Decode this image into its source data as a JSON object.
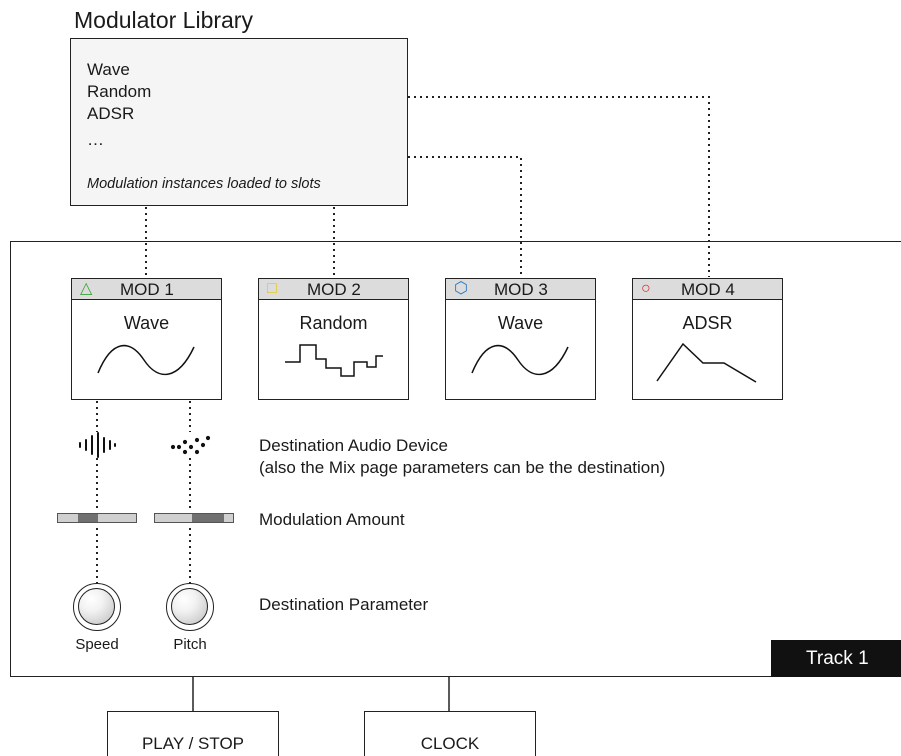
{
  "library": {
    "title": "Modulator Library",
    "items": [
      "Wave",
      "Random",
      "ADSR",
      "…"
    ],
    "note": "Modulation instances loaded to slots"
  },
  "slots": [
    {
      "symbol": "△",
      "symbol_color": "#3aa53a",
      "label": "MOD 1",
      "name": "Wave",
      "shape": "sine"
    },
    {
      "symbol": "□",
      "symbol_color": "#e6c800",
      "label": "MOD 2",
      "name": "Random",
      "shape": "random"
    },
    {
      "symbol": "⬡",
      "symbol_color": "#2a7ac6",
      "label": "MOD 3",
      "name": "Wave",
      "shape": "sine"
    },
    {
      "symbol": "○",
      "symbol_color": "#d42828",
      "label": "MOD 4",
      "name": "ADSR",
      "shape": "adsr"
    }
  ],
  "routing": {
    "destination_device_label": "Destination Audio Device",
    "destination_device_note": "(also the Mix page parameters can be the destination)",
    "amount_label": "Modulation Amount",
    "parameter_label": "Destination Parameter",
    "knobs": [
      {
        "label": "Speed",
        "device_icon": "waveform-icon",
        "amount": 0.3
      },
      {
        "label": "Pitch",
        "device_icon": "dots-icon",
        "amount": 0.6
      }
    ]
  },
  "track": {
    "label": "Track 1"
  },
  "outputs": [
    "PLAY / STOP",
    "CLOCK"
  ]
}
